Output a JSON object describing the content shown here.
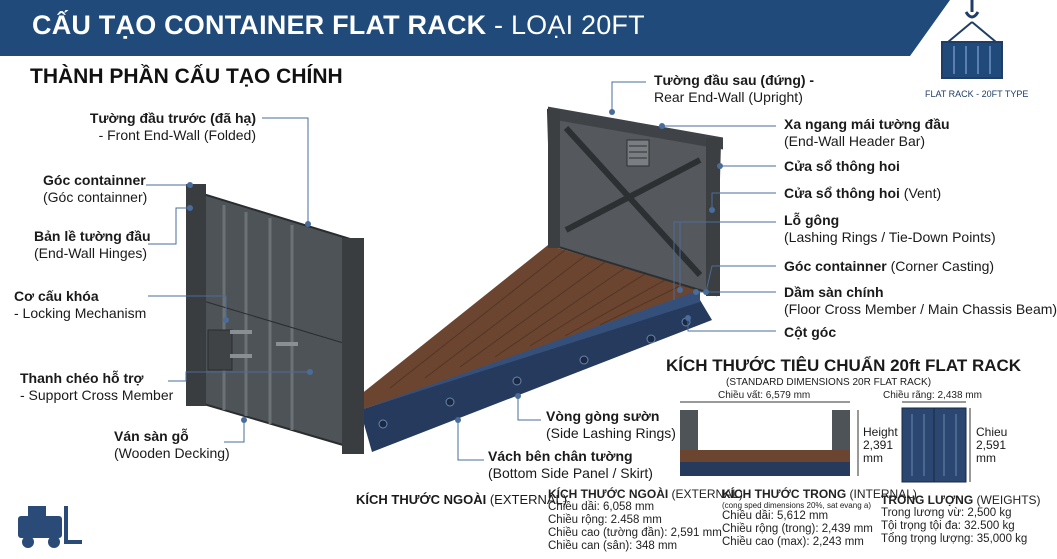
{
  "header": {
    "title_main": "CẤU TẠO CONTAINER FLAT RACK",
    "title_sep": " - ",
    "title_type": "LOẠI 20FT",
    "bg_color": "#1f4a7a",
    "logo_caption": "FLAT RACK - 20FT TYPE"
  },
  "section_title": "THÀNH PHẦN CẤU TẠO CHÍNH",
  "left_labels": [
    {
      "title": "Tường đầu trước (đã hạ)",
      "sub": "- Front End-Wall (Folded)"
    },
    {
      "title": "Góc containner",
      "sub": "(Góc containner)"
    },
    {
      "title": "Bản lề tường đầu",
      "sub": "(End-Wall Hinges)"
    },
    {
      "title": "Cơ cấu khóa",
      "sub": "- Locking Mechanism"
    },
    {
      "title": "Thanh chéo hỗ trợ",
      "sub": "- Support Cross Member"
    },
    {
      "title": "Ván sàn gỗ",
      "sub": "(Wooden Decking)"
    }
  ],
  "right_labels": [
    {
      "title": "Tường đầu sau (đứng) -",
      "sub": "Rear End-Wall (Upright)"
    },
    {
      "title": "Xa ngang mái tường đầu",
      "sub": "(End-Wall Header Bar)"
    },
    {
      "title": "Cửa sổ thông hoi",
      "sub": ""
    },
    {
      "title": "Cửa sổ thông hoi",
      "sub": "(Vent)"
    },
    {
      "title": "Lỗ gông",
      "sub": "(Lashing Rings / Tie-Down Points)"
    },
    {
      "title": "Góc containner",
      "sub": "(Corner Casting)"
    },
    {
      "title": "Dầm sàn chính",
      "sub": "(Floor Cross Member / Main Chassis Beam)"
    },
    {
      "title": "Cột góc",
      "sub": ""
    }
  ],
  "bottom_labels": [
    {
      "title": "Vòng gòng sườn",
      "sub": "(Side Lashing Rings)"
    },
    {
      "title": "Vách bên chân tường",
      "sub": "(Bottom Side Panel / Skirt)"
    }
  ],
  "dimensions": {
    "title": "KÍCH THƯỚC TIÊU CHUẨN 20ft FLAT RACK",
    "subtitle": "(STANDARD DIMENSIONS 20R FLAT RACK)",
    "length_label": "Chiều vất: 6,579 mm",
    "width_label": "Chiều rãng: 2,438 mm",
    "height_label_1": "Height",
    "height_label_2": "2,391",
    "height_label_3": "mm",
    "height2_label_1": "Chieu",
    "height2_label_2": "2,591",
    "height2_label_3": "mm"
  },
  "external_left": {
    "title": "KÍCH THƯỚC NGOÀI",
    "sub": "(EXTERNAL)"
  },
  "specs": {
    "external": {
      "title": "KÍCH THƯỚC NGOÀI",
      "sub": "(EXTERNAL)",
      "lines": [
        "Chiều dầi: 6,058 mm",
        "Chiều rộng: 2.458 mm",
        "Chiều cao (tường đần): 2,591 mm",
        "Chiều can (sân): 348 mm"
      ]
    },
    "internal": {
      "title": "KÍCH THƯỚC TRONG",
      "sub": "(INTERNAL)",
      "note": "(cong sped dimensions 20%, sat evang a)",
      "lines": [
        "Chiều dầi: 5,612 mm",
        "Chiều rộng (trong): 2,439 mm",
        "Chiều cao (max): 2,243 mm"
      ]
    },
    "weights": {
      "title": "TRONG LƯỢNG",
      "sub": "(WEIGHTS)",
      "lines": [
        "Trong lương vừ: 2,500 kg",
        "Tội trọng tội đa: 32.500 kg",
        "Tổng trọng lượng: 35,000 kg"
      ]
    }
  },
  "colors": {
    "frame": "#4e5357",
    "frame_dark": "#33373a",
    "deck": "#6b4530",
    "base": "#253a5c",
    "leader": "#4a6c9a"
  }
}
